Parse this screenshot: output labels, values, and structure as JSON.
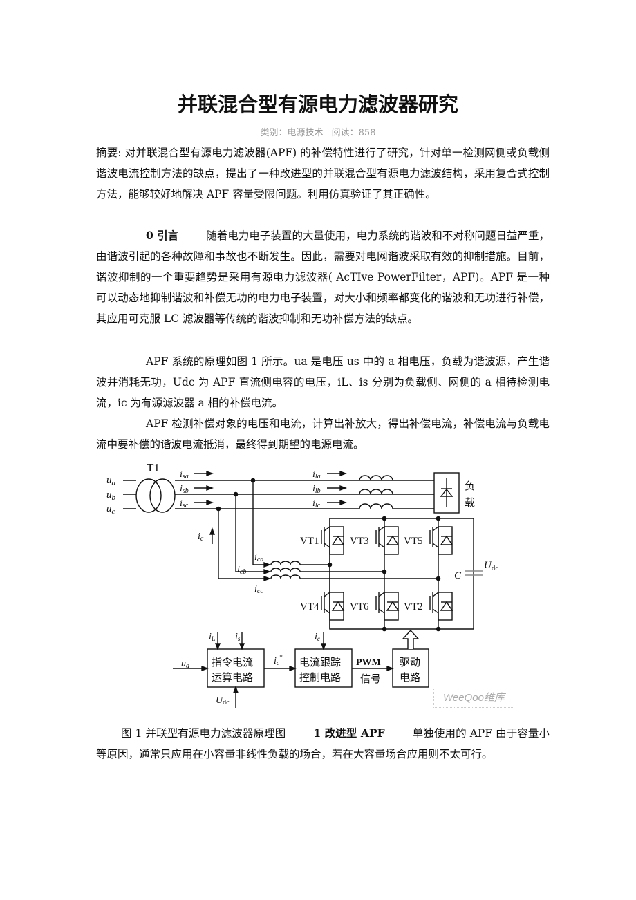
{
  "article": {
    "title": "并联混合型有源电力滤波器研究",
    "meta": {
      "category_label": "类别：电源技术",
      "reads_label": "阅读：858"
    },
    "abstract": "摘要: 对并联混合型有源电力滤波器(APF) 的补偿特性进行了研究，针对单一检测网侧或负载侧谐波电流控制方法的缺点，提出了一种改进型的并联混合型有源电力滤波结构，采用复合式控制方法，能够较好地解决 APF 容量受限问题。利用仿真验证了其正确性。",
    "intro": {
      "heading": "0 引言",
      "text": "随着电力电子装置的大量使用，电力系统的谐波和不对称问题日益严重，由谐波引起的各种故障和事故也不断发生。因此，需要对电网谐波采取有效的抑制措施。目前，谐波抑制的一个重要趋势是采用有源电力滤波器( AcTIve PowerFilter，APF)。APF 是一种可以动态地抑制谐波和补偿无功的电力电子装置，对大小和频率都变化的谐波和无功进行补偿，其应用可克服 LC 滤波器等传统的谐波抑制和无功补偿方法的缺点。"
    },
    "para_principle": "APF 系统的原理如图 1 所示。ua 是电压 us 中的 a 相电压，负载为谐波源，产生谐波并消耗无功，Udc 为 APF 直流侧电容的电压，iL、is 分别为负载侧、网侧的 a 相待检测电流，ic 为有源滤波器 a 相的补偿电流。",
    "para_compensation": "APF 检测补偿对象的电压和电流，计算出补放大，得出补偿电流，补偿电流与负载电流中要补偿的谐波电流抵消，最终得到期望的电源电流。",
    "figure": {
      "caption": "图 1 并联型有源电力滤波器原理图",
      "labels": {
        "transformer": "T1",
        "ua": "u",
        "ua_sub": "a",
        "ub": "u",
        "ub_sub": "b",
        "uc": "u",
        "uc_sub": "c",
        "isa": "i",
        "isa_sub": "sa",
        "isb": "i",
        "isb_sub": "sb",
        "isc": "i",
        "isc_sub": "sc",
        "ila": "i",
        "ila_sub": "la",
        "ilb": "i",
        "ilb_sub": "lb",
        "ilc": "i",
        "ilc_sub": "lc",
        "ic": "i",
        "ic_sub": "c",
        "ica": "i",
        "ica_sub": "ca",
        "icb": "i",
        "icb_sub": "cb",
        "icc": "i",
        "icc_sub": "cc",
        "load_line1": "负",
        "load_line2": "载",
        "vt1": "VT1",
        "vt3": "VT3",
        "vt5": "VT5",
        "vt4": "VT4",
        "vt6": "VT6",
        "vt2": "VT2",
        "cap": "C",
        "udc": "U",
        "udc_sub": "dc",
        "block1_line1": "指令电流",
        "block1_line2": "运算电路",
        "block2_line1": "电流跟踪",
        "block2_line2": "控制电路",
        "block3_line1": "驱动",
        "block3_line2": "电路",
        "in_iL": "i",
        "in_iL_sub": "L",
        "in_is": "i",
        "in_is_sub": "s",
        "in_ua": "u",
        "in_ua_sub": "a",
        "in_udc": "U",
        "in_udc_sub": "dc",
        "ic_star": "i",
        "ic_star_sub": "c",
        "ic_star_sup": "*",
        "in_ic": "i",
        "in_ic_sub": "c",
        "pwm_line1": "PWM",
        "pwm_line2": "信号"
      },
      "watermark": "WeeQoo维库"
    },
    "section1": {
      "heading": "1 改进型 APF",
      "text": "单独使用的 APF 由于容量小等原因，通常只应用在小容量非线性负载的场合，若在大容量场合应用则不太可行。"
    }
  }
}
